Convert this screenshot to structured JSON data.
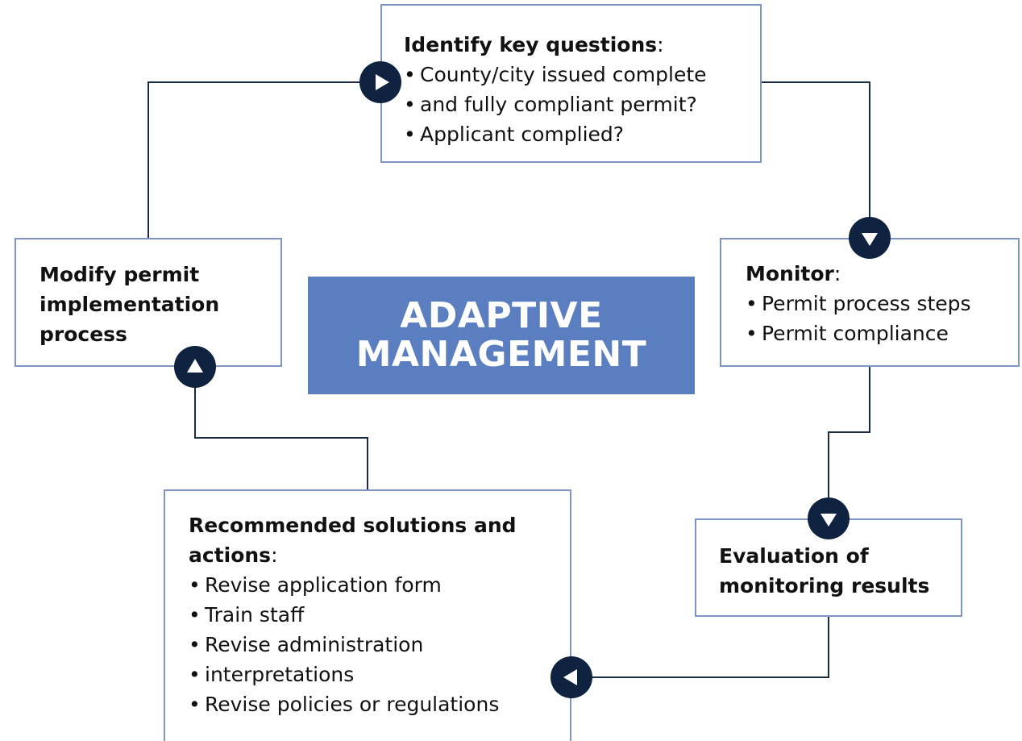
{
  "center": {
    "line1": "ADAPTIVE",
    "line2": "MANAGEMENT"
  },
  "nodes": {
    "identify": {
      "title": "Identify key questions",
      "colon": ":",
      "bullets": [
        "County/city issued complete",
        "and fully compliant permit?",
        "Applicant complied?"
      ]
    },
    "monitor": {
      "title": "Monitor",
      "colon": ":",
      "bullets": [
        "Permit process steps",
        "Permit compliance"
      ]
    },
    "evaluation": {
      "title_line1": "Evaluation of",
      "title_line2": "monitoring results"
    },
    "recommended": {
      "title_line1": "Recommended solutions and",
      "title_line2": "actions",
      "colon": ":",
      "bullets": [
        "Revise application form",
        "Train staff",
        "Revise administration",
        "interpretations",
        "Revise policies or regulations"
      ]
    },
    "modify": {
      "title_line1": "Modify permit",
      "title_line2": "implementation",
      "title_line3": "process"
    }
  },
  "arrow_icons": [
    "play-right",
    "triangle-down",
    "triangle-down",
    "play-left",
    "triangle-up"
  ],
  "colors": {
    "box_border": "#7d95c6",
    "center_fill": "#5b7ec1",
    "badge_fill": "#0f2240",
    "connector": "#1a2b44"
  }
}
